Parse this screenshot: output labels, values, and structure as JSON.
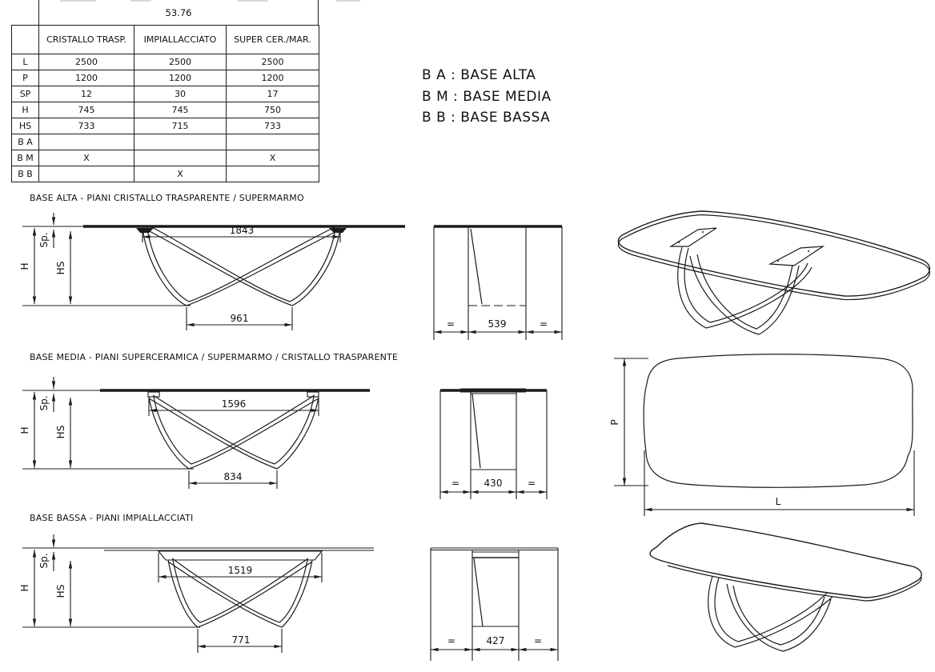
{
  "spec_table": {
    "code": "53.76",
    "col_headers": [
      "CRISTALLO TRASP.",
      "IMPIALLACCIATO",
      "SUPER CER./MAR."
    ],
    "rows": [
      {
        "label": "L",
        "values": [
          "2500",
          "2500",
          "2500"
        ]
      },
      {
        "label": "P",
        "values": [
          "1200",
          "1200",
          "1200"
        ]
      },
      {
        "label": "SP",
        "values": [
          "12",
          "30",
          "17"
        ]
      },
      {
        "label": "H",
        "values": [
          "745",
          "745",
          "750"
        ]
      },
      {
        "label": "HS",
        "values": [
          "733",
          "715",
          "733"
        ]
      },
      {
        "label": "B A",
        "values": [
          "",
          "",
          ""
        ]
      },
      {
        "label": "B M",
        "values": [
          "X",
          "",
          "X"
        ]
      },
      {
        "label": "B B",
        "values": [
          "",
          "X",
          ""
        ]
      }
    ]
  },
  "legend": {
    "lines": [
      "B A : BASE ALTA",
      "B M : BASE MEDIA",
      "B B : BASE BASSA"
    ]
  },
  "common": {
    "equal": "=",
    "height_label": "H",
    "underside_label": "HS",
    "thickness_label": "Sp."
  },
  "sections": [
    {
      "title": "BASE ALTA - PIANI CRISTALLO TRASPARENTE / SUPERMARMO",
      "front": {
        "span_top": "1843",
        "span_bottom": "961"
      },
      "side": {
        "base_width": "539"
      }
    },
    {
      "title": "BASE MEDIA - PIANI SUPERCERAMICA / SUPERMARMO / CRISTALLO TRASPARENTE",
      "front": {
        "span_top": "1596",
        "span_bottom": "834"
      },
      "side": {
        "base_width": "430"
      }
    },
    {
      "title": "BASE BASSA - PIANI IMPIALLACCIATI",
      "front": {
        "span_top": "1519",
        "span_bottom": "771"
      },
      "side": {
        "base_width": "427"
      }
    }
  ],
  "plan": {
    "depth_label": "P",
    "length_label": "L"
  },
  "colors": {
    "line": "#1b1b1b",
    "text": "#10101a",
    "background": "#ffffff"
  }
}
